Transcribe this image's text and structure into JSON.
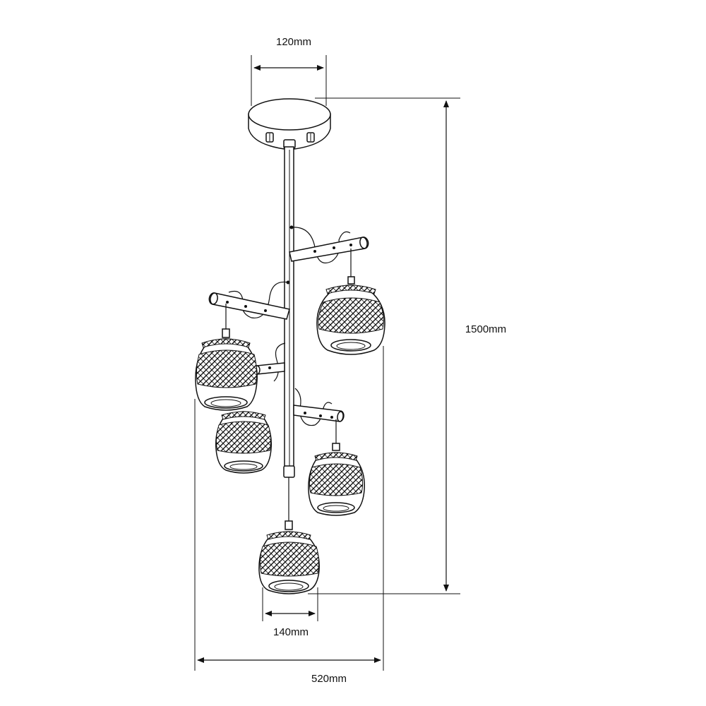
{
  "dimensions": {
    "canopy_width": "120mm",
    "overall_height": "1500mm",
    "shade_width": "140mm",
    "overall_width": "520mm"
  }
}
